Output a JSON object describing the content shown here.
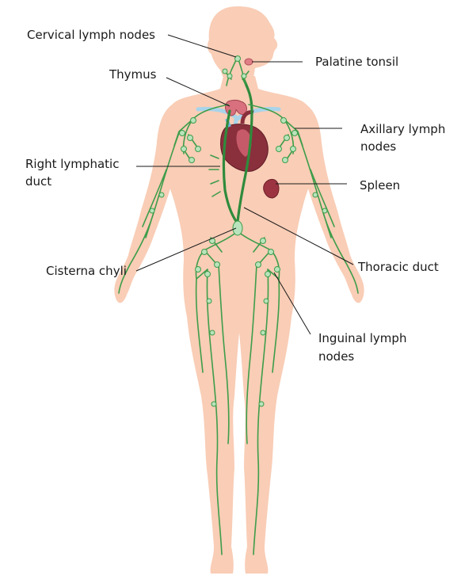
{
  "labels": {
    "cervical": "Cervical lymph nodes",
    "palatine": "Palatine tonsil",
    "thymus": "Thymus",
    "axillary_1": "Axillary lymph",
    "axillary_2": "nodes",
    "right_duct_1": "Right lymphatic",
    "right_duct_2": "duct",
    "spleen": "Spleen",
    "cisterna": "Cisterna chyli",
    "thoracic": "Thoracic duct",
    "inguinal_1": "Inguinal lymph",
    "inguinal_2": "nodes"
  },
  "colors": {
    "skin": "#f9cdb6",
    "lymph_vessel": "#3e9d4a",
    "lymph_node": "#b9e3bc",
    "heart": "#8a2f3c",
    "thymus": "#d9707d",
    "spleen": "#9b3440",
    "vein": "#a8d4ea"
  }
}
